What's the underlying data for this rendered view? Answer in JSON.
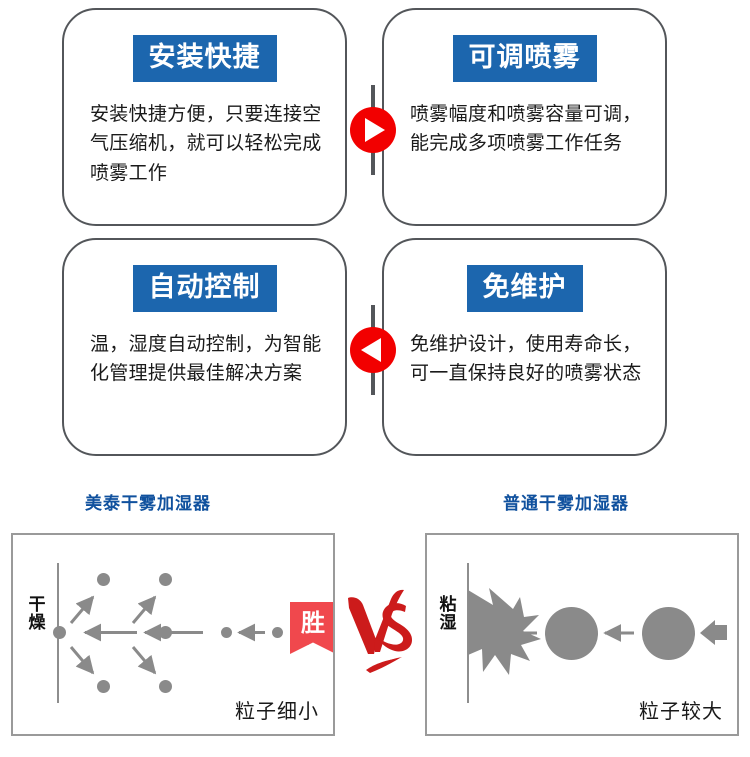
{
  "features": {
    "cards": [
      {
        "id": "install-fast",
        "title": "安装快捷",
        "body": "安装快捷方便，只要连接空气压缩机，就可以轻松完成喷雾工作"
      },
      {
        "id": "adjustable-spray",
        "title": "可调喷雾",
        "body": "喷雾幅度和喷雾容量可调，能完成多项喷雾工作任务"
      },
      {
        "id": "auto-control",
        "title": "自动控制",
        "body": "温，湿度自动控制，为智能化管理提供最佳解决方案"
      },
      {
        "id": "maintenance-free",
        "title": "免维护",
        "body": "免维护设计，使用寿命长，可一直保持良好的喷雾状态"
      }
    ],
    "badges": [
      {
        "id": "arrow-right-badge",
        "icon": "play-right-icon"
      },
      {
        "id": "arrow-left-badge",
        "icon": "play-left-icon"
      }
    ]
  },
  "comparison": {
    "vs_label": "VS",
    "win_badge": "胜",
    "left": {
      "title": "美泰干雾加湿器",
      "wall_label": "干燥",
      "corner_label": "粒子细小"
    },
    "right": {
      "title": "普通干雾加湿器",
      "wall_label": "粘湿",
      "corner_label": "粒子较大"
    }
  },
  "colors": {
    "title_blue": "#1c66ae",
    "heading_blue": "#10519e",
    "badge_red": "#f20000",
    "ribbon_red": "#f0484d",
    "vs_red": "#cc1b1b",
    "card_border": "#53565a",
    "box_border": "#9a9a9a",
    "particle_gray": "#8a8a8a"
  }
}
